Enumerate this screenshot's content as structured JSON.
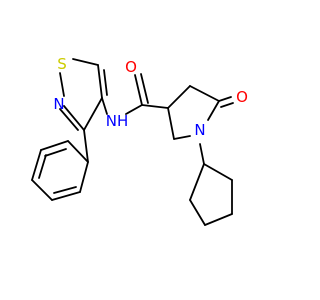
{
  "molecule": {
    "atoms": [
      {
        "id": "O_carbonyl_amide",
        "label": "O",
        "color": "#ff0000"
      },
      {
        "id": "N_amide",
        "label": "NH",
        "color": "#0000ff"
      },
      {
        "id": "O_lactam",
        "label": "O",
        "color": "#ff0000"
      },
      {
        "id": "N_pyrrolidinone",
        "label": "N",
        "color": "#0000ff"
      },
      {
        "id": "S_isothiazole",
        "label": "S",
        "color": "#cccc00"
      },
      {
        "id": "N_isothiazole",
        "label": "N",
        "color": "#0000ff"
      }
    ],
    "bond_color": "#000000"
  }
}
